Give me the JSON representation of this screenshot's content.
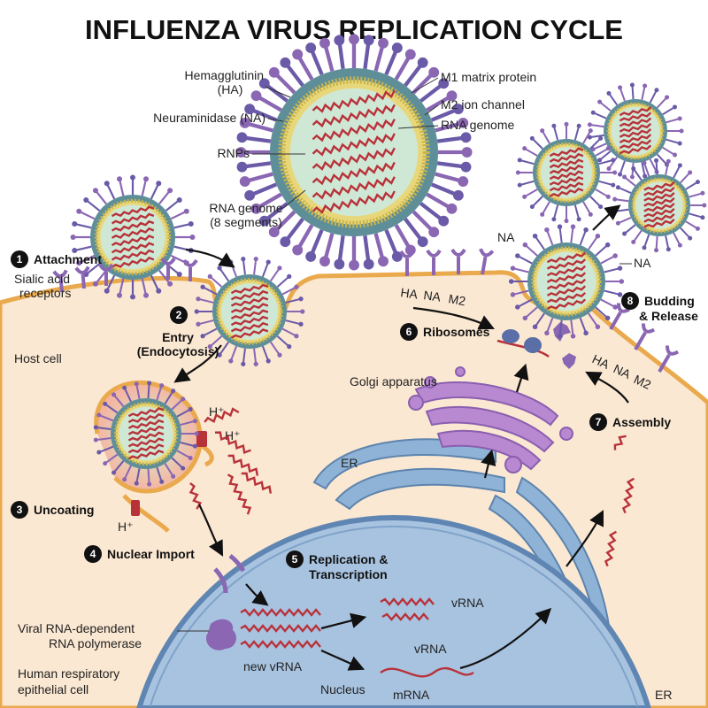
{
  "title": "INFLUENZA VIRUS REPLICATION CYCLE",
  "virion_labels": {
    "ha": "Hemagglutinin",
    "ha_abbr": "(HA)",
    "na": "Neuraminidase (NA)",
    "rnps": "RNPs",
    "genome": "RNA genome",
    "genome_segments": "(8 segments)",
    "m1": "M1 matrix protein",
    "m2": "M2 ion channel",
    "rna_genome": "RNA genome"
  },
  "steps": [
    {
      "num": "1",
      "label": "Attachment"
    },
    {
      "num": "2",
      "label": "Entry",
      "label2": "(Endocytosis)"
    },
    {
      "num": "3",
      "label": "Uncoating"
    },
    {
      "num": "4",
      "label": "Nuclear Import"
    },
    {
      "num": "5",
      "label": "Replication &",
      "label2": "Transcription"
    },
    {
      "num": "6",
      "label": "Ribosomes"
    },
    {
      "num": "7",
      "label": "Assembly"
    },
    {
      "num": "8",
      "label": "Budding",
      "label2": "& Release"
    }
  ],
  "labels": {
    "sialic": "Sialic acid",
    "receptors": "receptors",
    "host_cell": "Host cell",
    "h_plus": "H⁺",
    "polymerase1": "Viral RNA-dependent",
    "polymerase2": "RNA polymerase",
    "new_vrna": "new vRNA",
    "vrna": "vRNA",
    "mrna": "mRNA",
    "nucleus": "Nucleus",
    "cell1": "Human respiratory",
    "cell2": "epithelial cell",
    "er": "ER",
    "golgi": "Golgi apparatus",
    "ha": "HA",
    "na": "NA",
    "m2": "M2"
  },
  "colors": {
    "cytoplasm": "#fbe8d2",
    "membrane": "#e9a94c",
    "nucleus": "#a8c3e0",
    "envelope": "#5e8f99",
    "capsid": "#cfe8d6",
    "spike": "#8a66b3",
    "rna": "#b8323a"
  }
}
